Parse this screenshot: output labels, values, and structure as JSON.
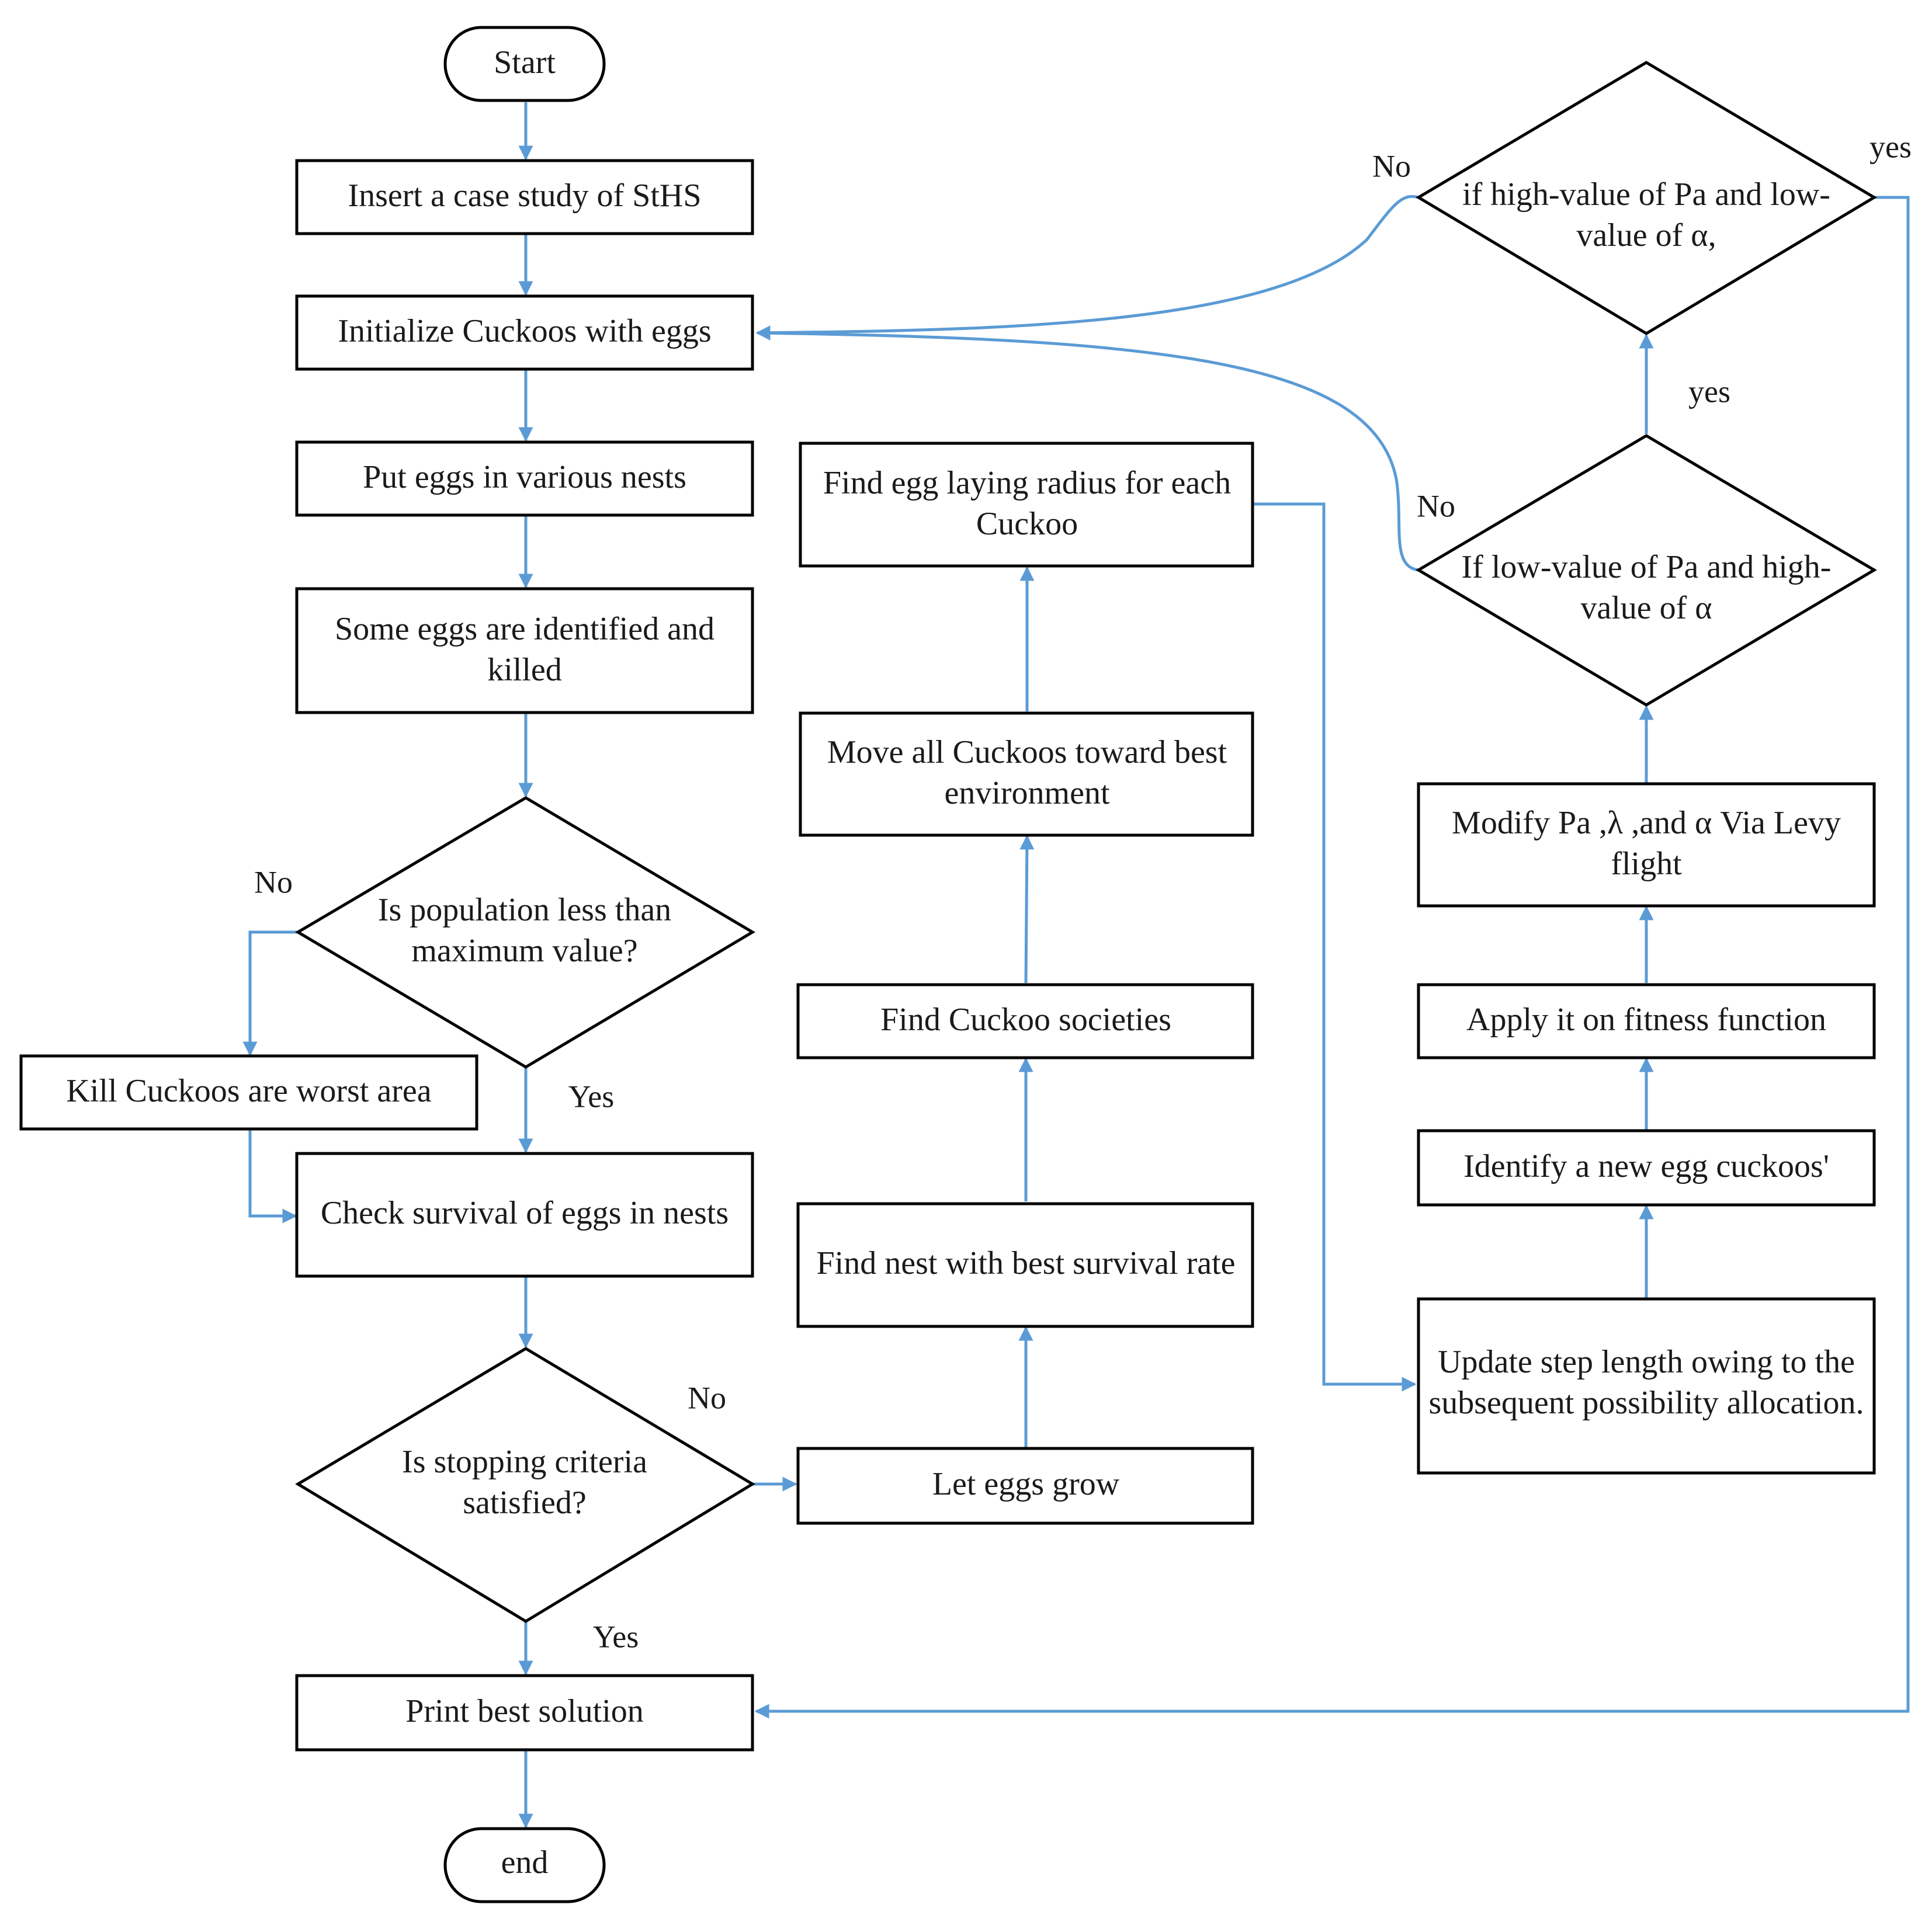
{
  "nodes": {
    "start": "Start",
    "insert_case": "Insert a case study of StHS",
    "init_cuckoos": "Initialize Cuckoos with eggs",
    "put_eggs": "Put eggs in various nests",
    "eggs_killed": [
      "Some eggs are identified and",
      "killed"
    ],
    "population_check": [
      "Is population less than",
      "maximum value?"
    ],
    "kill_cuckoos": "Kill Cuckoos are worst area",
    "check_survival": "Check survival of eggs in nests",
    "stopping_check": [
      "Is stopping criteria",
      "satisfied?"
    ],
    "print_best": "Print best solution",
    "end": "end",
    "let_eggs_grow": "Let eggs grow",
    "find_nest": "Find nest with best survival rate",
    "find_societies": "Find Cuckoo societies",
    "move_cuckoos": [
      "Move all Cuckoos toward best",
      "environment"
    ],
    "egg_radius": [
      "Find egg laying radius for each",
      "Cuckoo"
    ],
    "update_step": [
      "Update step length owing to the",
      "subsequent possibility allocation."
    ],
    "identify_egg": "Identify a new egg cuckoos'",
    "apply_fitness": "Apply it on fitness function",
    "modify_pa": [
      "Modify Pa ,λ ,and α  Via Levy",
      "flight"
    ],
    "low_pa_check": [
      "If low-value of Pa and high-",
      "value of α"
    ],
    "high_pa_check": [
      "if high-value of Pa and low-",
      "value of α,"
    ]
  },
  "edge_labels": {
    "population_no": "No",
    "population_yes": "Yes",
    "stopping_no": "No",
    "stopping_yes": "Yes",
    "low_pa_yes": "yes",
    "low_pa_no": "No",
    "high_pa_no": "No",
    "high_pa_yes": "yes"
  },
  "colors": {
    "connector": "#5b9bd5",
    "shape_border": "#000000",
    "text": "#1a1a1a"
  }
}
